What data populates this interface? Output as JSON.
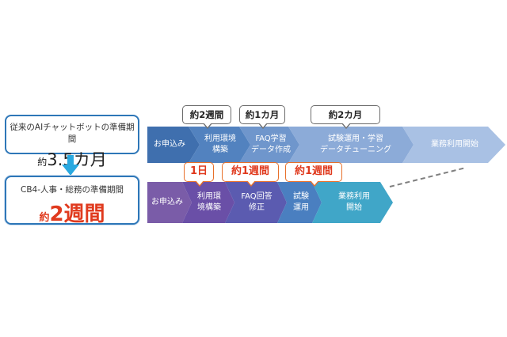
{
  "left": {
    "old_caption": "従来のAIチャットボットの準備期間",
    "old_prefix": "約",
    "old_value": "3.5カ月",
    "new_caption": "CB4-人事・総務の準備期間",
    "new_prefix": "約",
    "new_value": "2週間"
  },
  "top_flow": {
    "steps": [
      {
        "line1": "お申込み",
        "line2": ""
      },
      {
        "line1": "利用環境",
        "line2": "構築"
      },
      {
        "line1": "FAQ学習",
        "line2": "データ作成"
      },
      {
        "line1": "試験運用・学習",
        "line2": "データチューニング"
      },
      {
        "line1": "業務利用開始",
        "line2": ""
      }
    ],
    "callouts": [
      "約2週間",
      "約1カ月",
      "約2カ月"
    ],
    "colors": [
      "#3f6fae",
      "#5282bf",
      "#6f96cc",
      "#8cabd8",
      "#a9c1e4"
    ]
  },
  "bottom_flow": {
    "steps": [
      {
        "line1": "お申込み",
        "line2": ""
      },
      {
        "line1": "利用環",
        "line2": "境構築"
      },
      {
        "line1": "FAQ回答",
        "line2": "修正"
      },
      {
        "line1": "試験",
        "line2": "運用"
      },
      {
        "line1": "業務利用",
        "line2": "開始"
      }
    ],
    "callouts": [
      "1日",
      "約1週間",
      "約1週間"
    ],
    "colors": [
      "#7a5ca8",
      "#6a4fa7",
      "#5b5bb0",
      "#4a7fc0",
      "#40a6c8"
    ]
  },
  "accent": {
    "blue": "#2e77b8",
    "orange": "#e8702a",
    "red": "#e03a1e",
    "arrow": "#29a9e0"
  }
}
